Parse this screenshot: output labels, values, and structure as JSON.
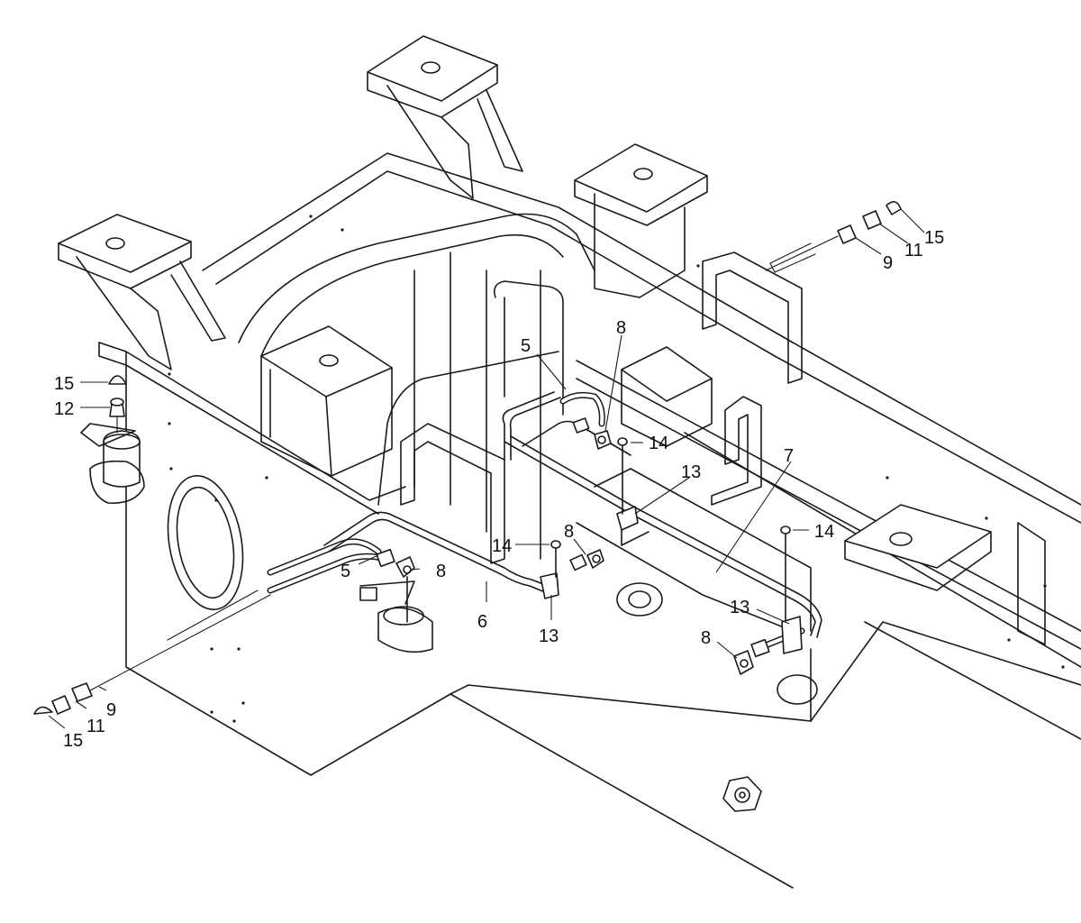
{
  "callouts": {
    "c5a": "5",
    "c5b": "5",
    "c6": "6",
    "c7": "7",
    "c8a": "8",
    "c8b": "8",
    "c8c": "8",
    "c8d": "8",
    "c9a": "9",
    "c9b": "9",
    "c11a": "11",
    "c11b": "11",
    "c12": "12",
    "c13a": "13",
    "c13b": "13",
    "c13c": "13",
    "c14a": "14",
    "c14b": "14",
    "c14c": "14",
    "c15a": "15",
    "c15b": "15",
    "c15c": "15"
  }
}
